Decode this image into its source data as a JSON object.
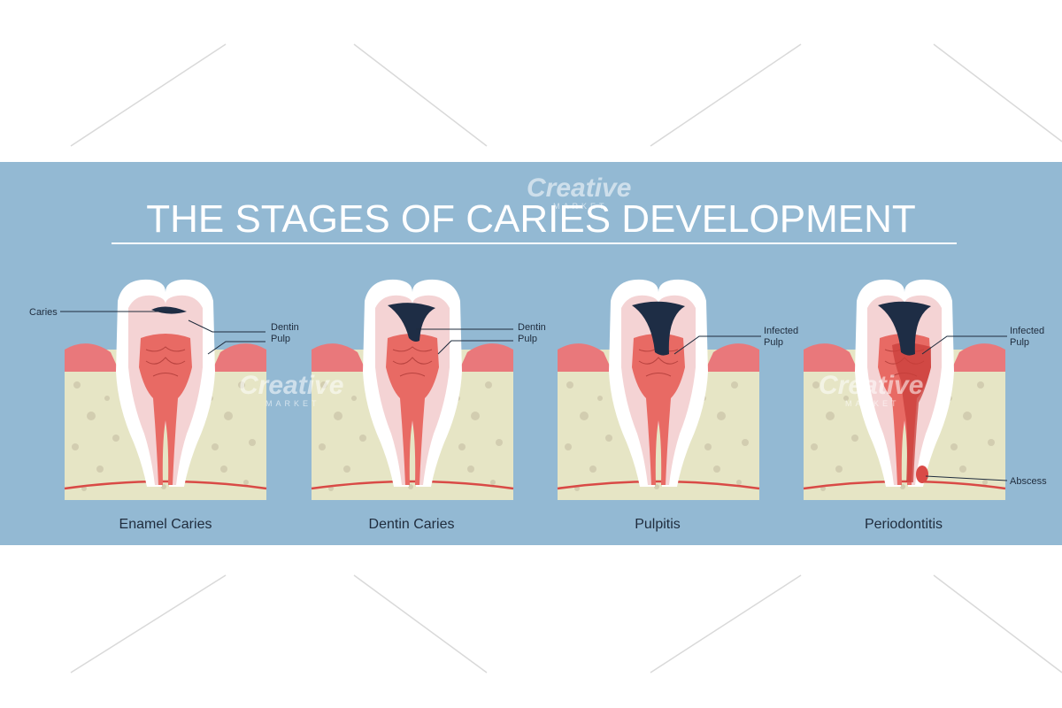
{
  "title": "THE STAGES OF CARIES DEVELOPMENT",
  "colors": {
    "banner": "#93b9d3",
    "gum": "#e9787b",
    "bone": "#e6e5c5",
    "bone_spots": "#d2cdb0",
    "tooth": "#ffffff",
    "dentin": "#f4d3d4",
    "pulp": "#e86a64",
    "caries": "#1e2d45",
    "infected_pulp": "#c93d3a"
  },
  "stages": [
    {
      "label": "Enamel Caries",
      "callouts": [
        {
          "text": "Caries"
        },
        {
          "text": "Dentin"
        },
        {
          "text": "Pulp"
        }
      ]
    },
    {
      "label": "Dentin Caries",
      "callouts": [
        {
          "text": "Dentin"
        },
        {
          "text": "Pulp"
        }
      ]
    },
    {
      "label": "Pulpitis",
      "callouts": [
        {
          "text": "Infected"
        },
        {
          "text": "Pulp"
        }
      ]
    },
    {
      "label": "Periodontitis",
      "callouts": [
        {
          "text": "Infected"
        },
        {
          "text": "Pulp"
        },
        {
          "text": "Abscess"
        }
      ]
    }
  ],
  "watermark": {
    "brand": "Creative",
    "sub": "MARKET"
  }
}
